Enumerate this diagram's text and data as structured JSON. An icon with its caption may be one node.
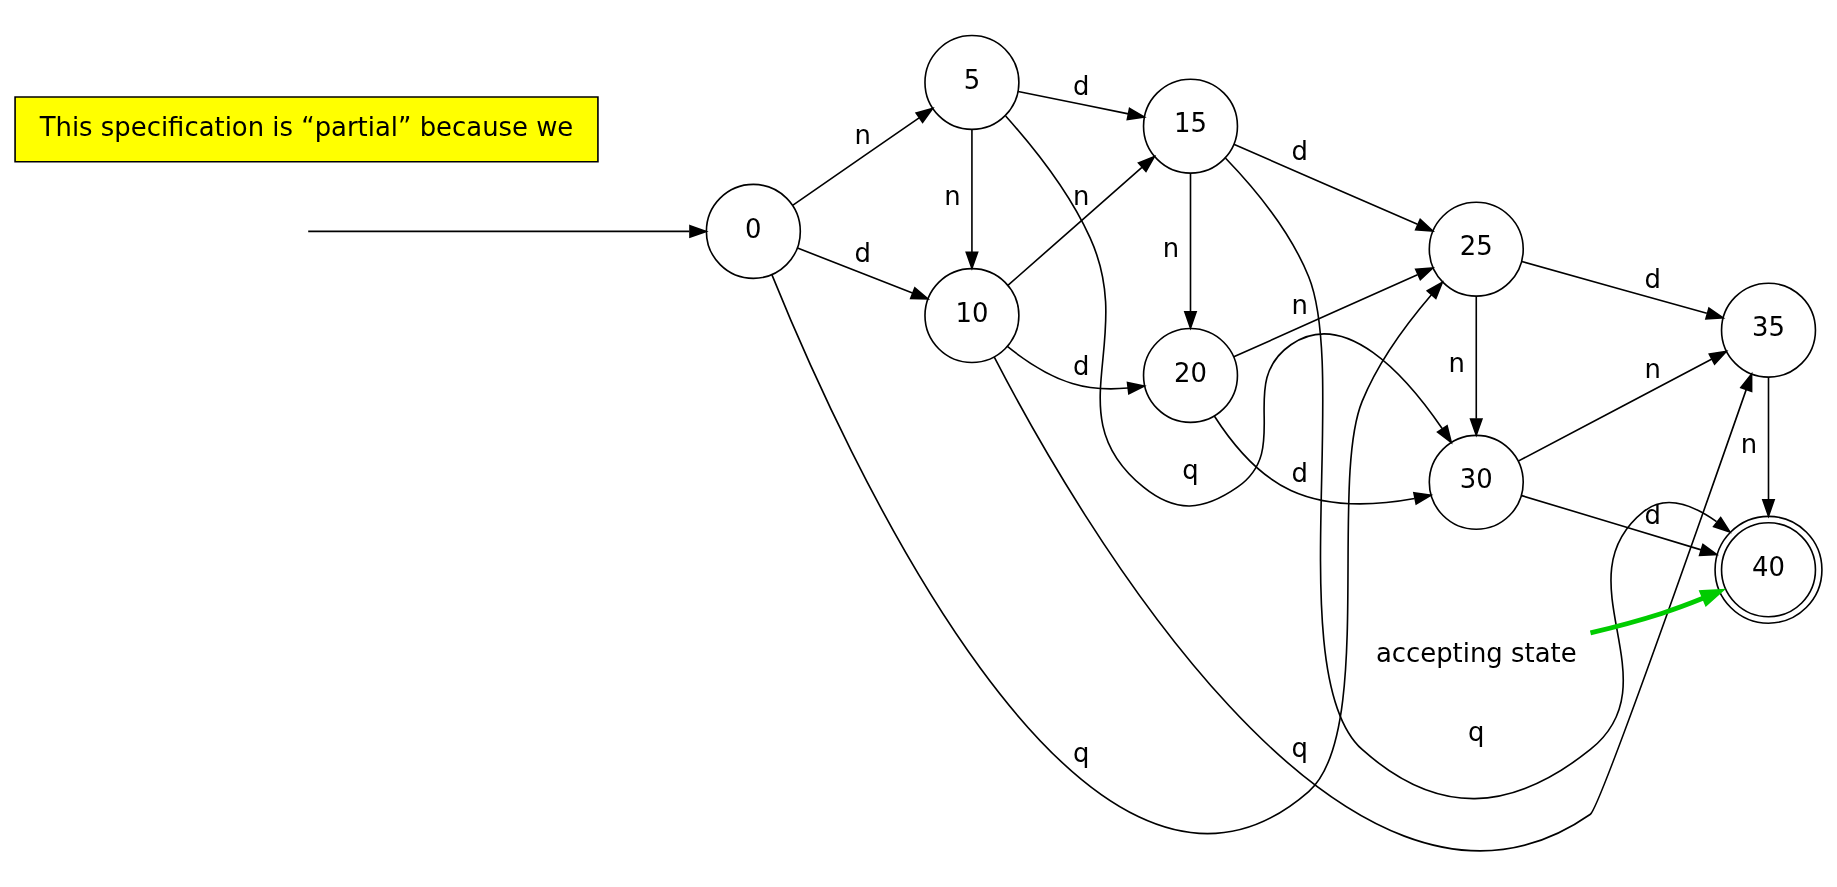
{
  "diagram": {
    "nodes": [
      {
        "text": [
          "0"
        ]
      },
      {
        "text": [
          "5"
        ]
      },
      {
        "text": [
          "10"
        ]
      },
      {
        "text": [
          "15"
        ]
      },
      {
        "text": [
          "20"
        ]
      },
      {
        "text": [
          "25"
        ]
      },
      {
        "text": [
          "30"
        ]
      },
      {
        "text": [
          "35"
        ]
      },
      {
        "text": [
          "40"
        ]
      },
      {
        "text": [
          "accepting state"
        ]
      },
      {
        "text": [
          "This specification is “partial” because we"
        ]
      }
    ],
    "edges": [
      {
        "from": null,
        "to": 0,
        "arrow": "to"
      },
      {
        "from": 0,
        "to": 5,
        "label": "q",
        "arrow": "to"
      },
      {
        "from": 0,
        "to": 1,
        "label": "n",
        "arrow": "to"
      },
      {
        "from": 0,
        "to": 2,
        "label": "d",
        "arrow": "to"
      },
      {
        "from": 1,
        "to": 3,
        "label": "d",
        "arrow": "to"
      },
      {
        "from": 1,
        "to": 2,
        "label": "n",
        "arrow": "to"
      },
      {
        "from": 1,
        "to": 6,
        "label": "q",
        "arrow": "to"
      },
      {
        "from": 2,
        "to": 3,
        "label": "n",
        "arrow": "to"
      },
      {
        "from": 2,
        "to": 4,
        "label": "d",
        "arrow": "to"
      },
      {
        "from": 2,
        "to": 7,
        "label": "q",
        "arrow": "to"
      },
      {
        "from": 3,
        "to": 5,
        "label": "d",
        "arrow": "to"
      },
      {
        "from": 3,
        "to": 4,
        "label": "n",
        "arrow": "to"
      },
      {
        "from": 3,
        "to": 8,
        "label": "q",
        "arrow": "to"
      },
      {
        "from": 4,
        "to": 5,
        "label": "n",
        "arrow": "to"
      },
      {
        "from": 4,
        "to": 6,
        "label": "d",
        "arrow": "to"
      },
      {
        "from": 5,
        "to": 7,
        "label": "d",
        "arrow": "to"
      },
      {
        "from": 5,
        "to": 6,
        "label": "n",
        "arrow": "to"
      },
      {
        "from": 6,
        "to": 7,
        "label": "n",
        "arrow": "to"
      },
      {
        "from": 6,
        "to": 8,
        "label": "d",
        "arrow": "to"
      },
      {
        "from": 7,
        "to": 8,
        "label": "n",
        "arrow": "to"
      },
      {
        "from": 9,
        "to": 8,
        "arrow": "to",
        "style": "thick",
        "color": "#00cc00"
      }
    ]
  }
}
